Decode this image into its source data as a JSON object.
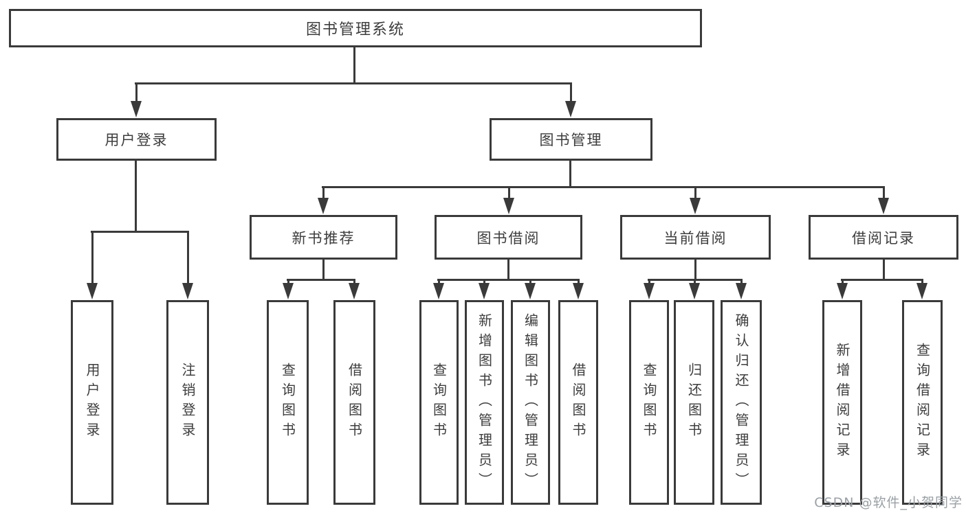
{
  "colors": {
    "line": "#3a3a3a",
    "text": "#3d3d3d",
    "watermark": "#9aa0a5",
    "background": "#ffffff"
  },
  "watermark": "CSDN @软件_小贺同学",
  "root": {
    "label": "图书管理系统",
    "children": [
      {
        "label": "用户登录",
        "children": [
          {
            "label": "用户登录"
          },
          {
            "label": "注销登录"
          }
        ]
      },
      {
        "label": "图书管理",
        "children": [
          {
            "label": "新书推荐",
            "children": [
              {
                "label": "查询图书"
              },
              {
                "label": "借阅图书"
              }
            ]
          },
          {
            "label": "图书借阅",
            "children": [
              {
                "label": "查询图书"
              },
              {
                "label": "新增图书（管理员）"
              },
              {
                "label": "编辑图书（管理员）"
              },
              {
                "label": "借阅图书"
              }
            ]
          },
          {
            "label": "当前借阅",
            "children": [
              {
                "label": "查询图书"
              },
              {
                "label": "归还图书"
              },
              {
                "label": "确认归还（管理员）"
              }
            ]
          },
          {
            "label": "借阅记录",
            "children": [
              {
                "label": "新增借阅记录"
              },
              {
                "label": "查询借阅记录"
              }
            ]
          }
        ]
      }
    ]
  }
}
